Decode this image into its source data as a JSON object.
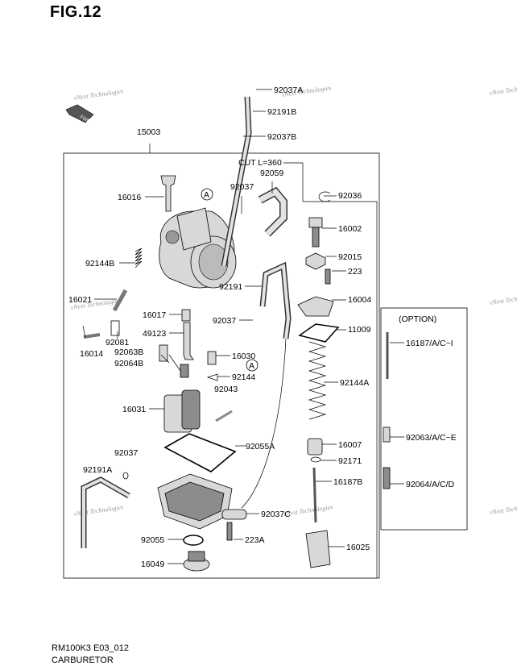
{
  "figure": {
    "title": "FIG.12",
    "model_code": "RM100K3 E03_012",
    "name": "CARBURETOR"
  },
  "main_assembly_label": "15003",
  "option_box_title": "(OPTION)",
  "cut_note": "CUT L=360",
  "circle_marker": "A",
  "watermark": "vNext Technologies",
  "parts": [
    "92037A",
    "92191B",
    "92037B",
    "92037",
    "92059",
    "92036",
    "16016",
    "16002",
    "92015",
    "223",
    "92144B",
    "92191",
    "16004",
    "16021",
    "16017",
    "92037",
    "11009",
    "49123",
    "16014",
    "92081",
    "16030",
    "92064B",
    "92063B",
    "92144",
    "92043",
    "16031",
    "92144A",
    "92055A",
    "16007",
    "92037",
    "92171",
    "92191A",
    "16187B",
    "92037C",
    "92055",
    "223A",
    "16049",
    "16025",
    "16187/A/C~I",
    "92063/A/C~E",
    "92064/A/C/D"
  ]
}
